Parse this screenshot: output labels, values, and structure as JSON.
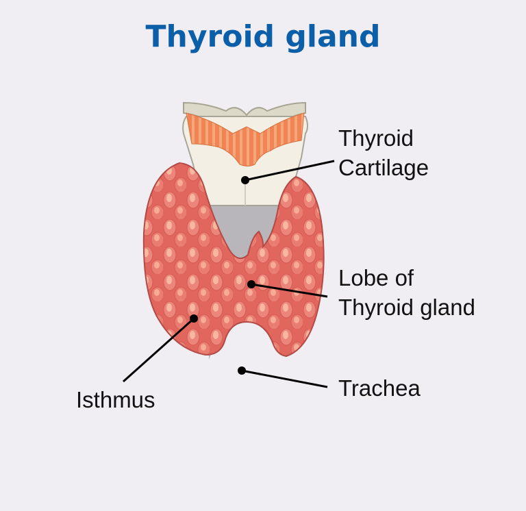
{
  "title": "Thyroid gland",
  "colors": {
    "title": "#0b5ea8",
    "background": "#f0eef3",
    "gland": "#e0665e",
    "follicle": "#f29a8c",
    "cartilage": "#f4efe5",
    "muscle": "#ef8a5a",
    "shadow": "#b5b3b6"
  },
  "labels": [
    {
      "id": "thyroid-cartilage",
      "line1": "Thyroid",
      "line2": "Cartilage"
    },
    {
      "id": "lobe",
      "line1": "Lobe of",
      "line2": "Thyroid gland"
    },
    {
      "id": "trachea",
      "line1": "Trachea"
    },
    {
      "id": "isthmus",
      "line1": "Isthmus"
    }
  ]
}
